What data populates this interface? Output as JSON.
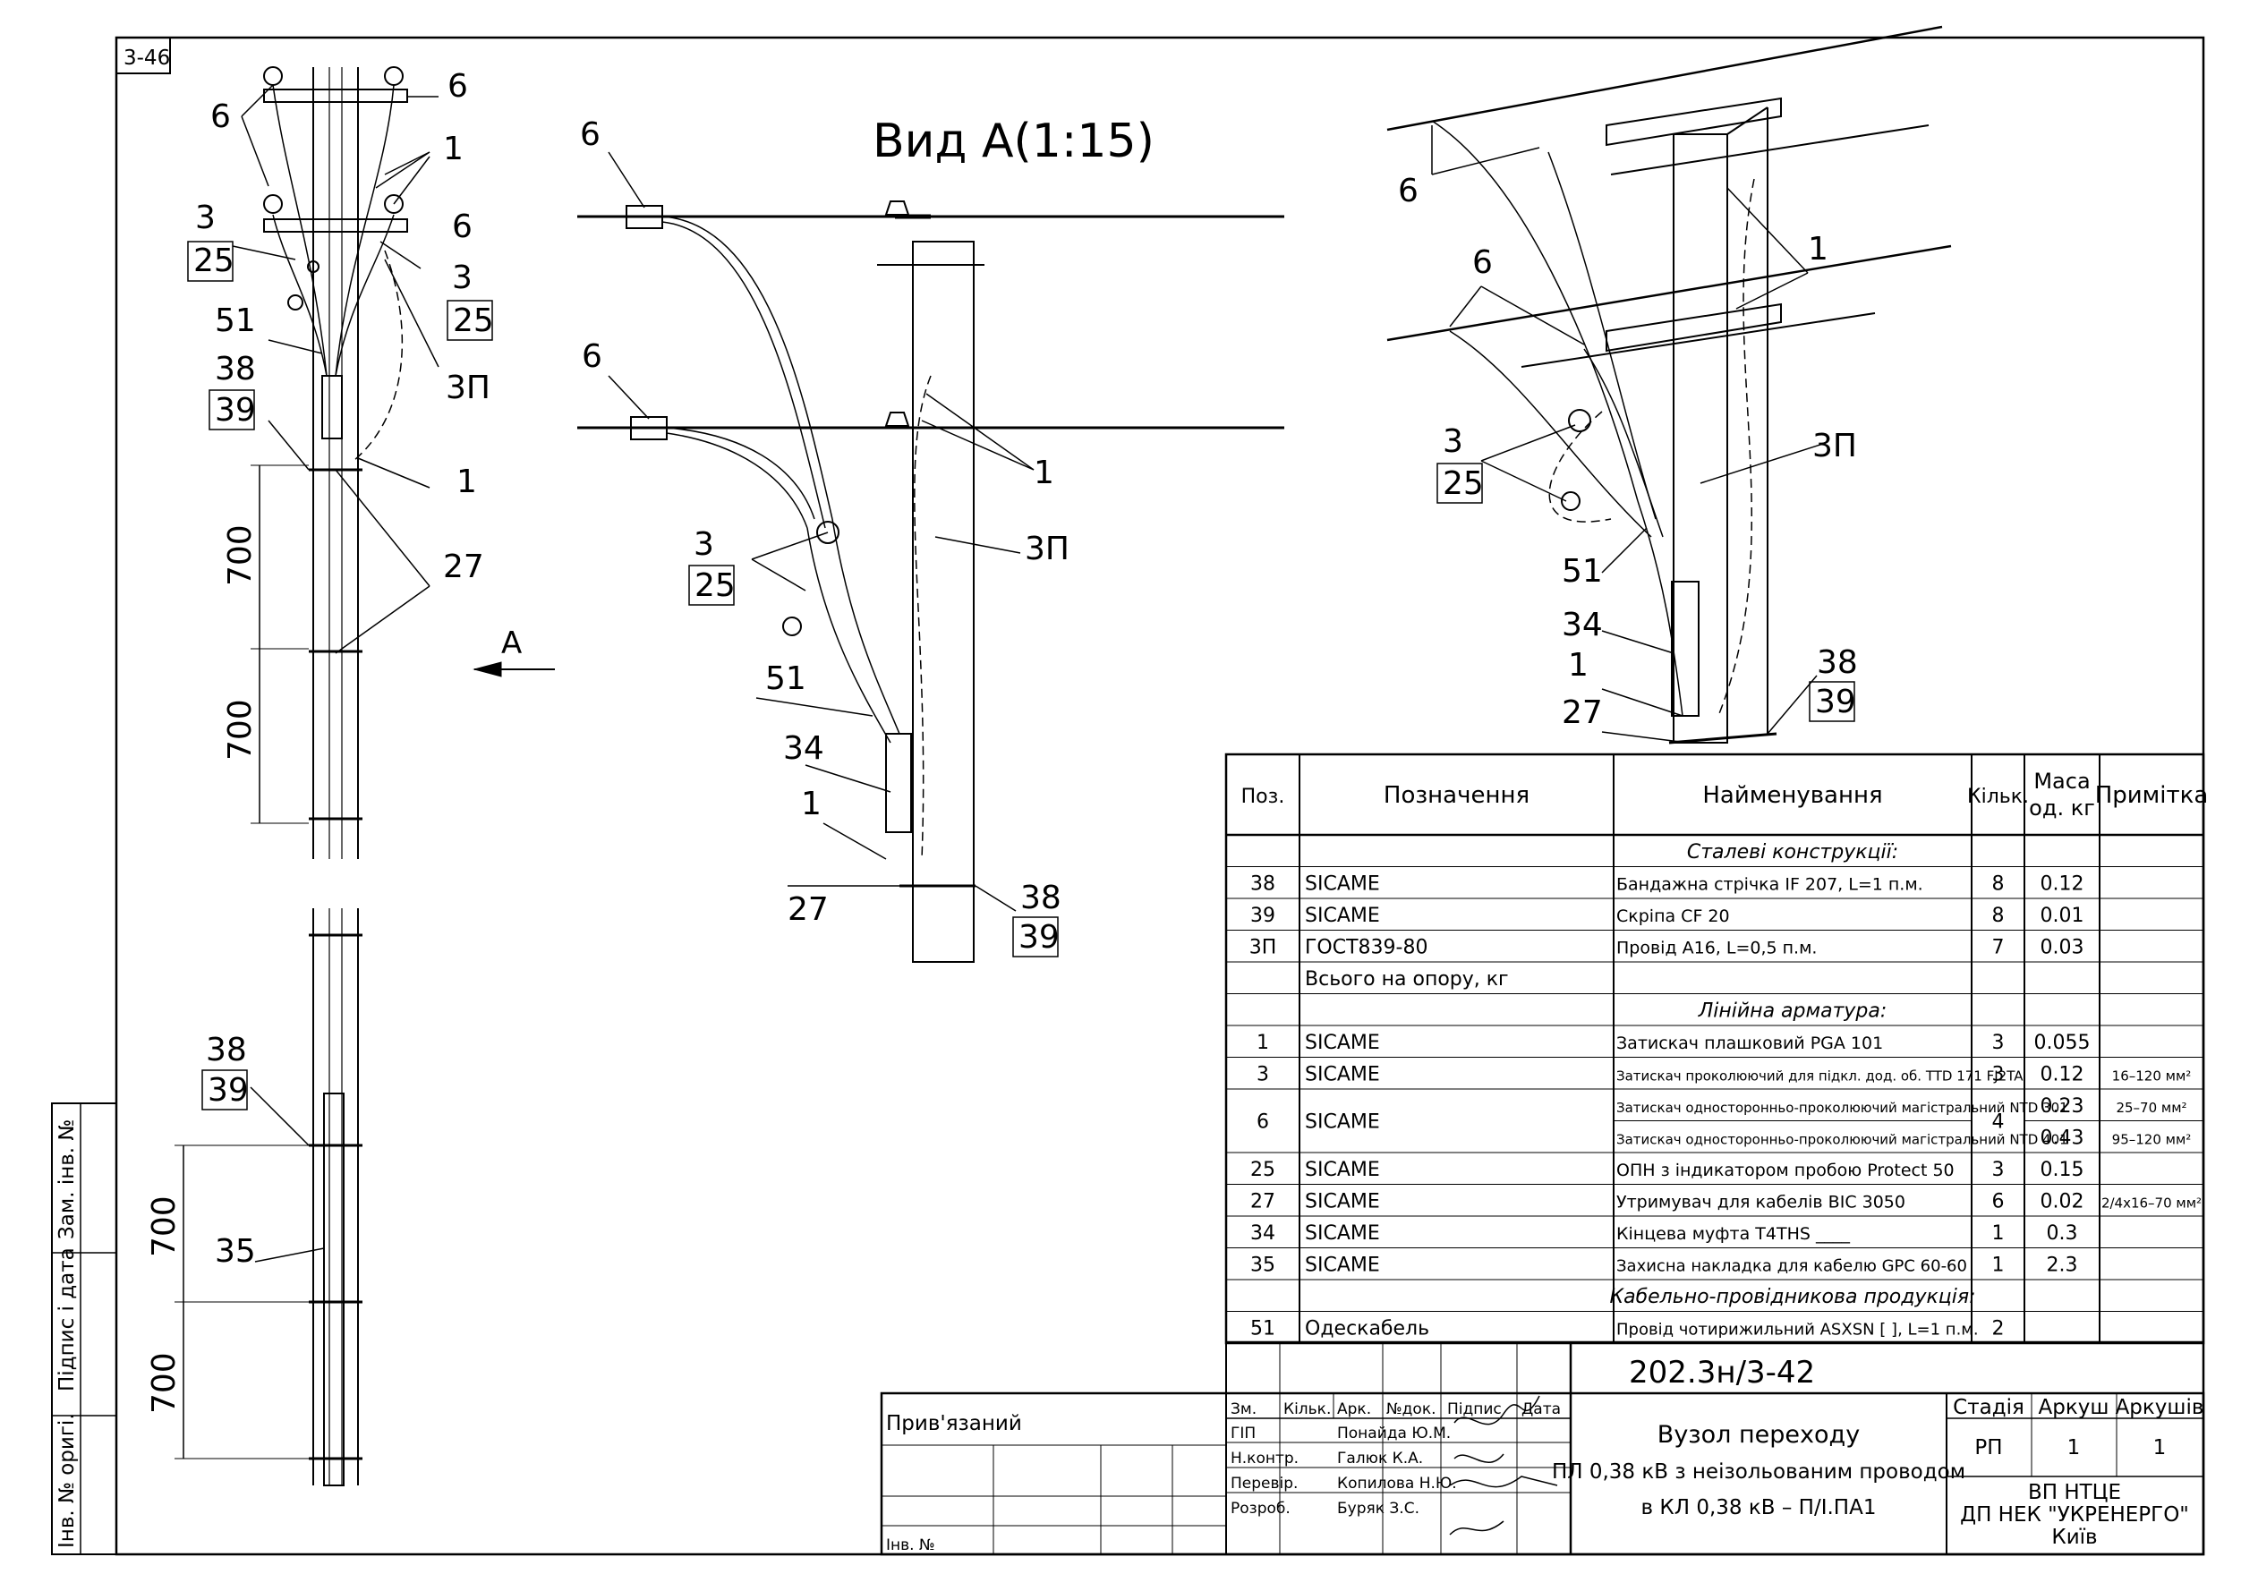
{
  "sheet": {
    "id": "3-46",
    "view_title": "Вид А(1:15)",
    "view_arrow": "А"
  },
  "dims": [
    "700",
    "700",
    "700",
    "700"
  ],
  "callouts": {
    "left": {
      "c6a": "6",
      "c6b": "6",
      "c6c": "6",
      "c1a": "1",
      "c3a": "3",
      "c25a": "25",
      "c3b": "3",
      "c25b": "25",
      "c51": "51",
      "c38": "38",
      "c39": "39",
      "c3p": "3П",
      "c1b": "1",
      "c27": "27"
    },
    "lower": {
      "c38": "38",
      "c39": "39",
      "c35": "35"
    },
    "middle": {
      "c6a": "6",
      "c6b": "6",
      "c1": "1",
      "c3p": "3П",
      "c3": "3",
      "c25": "25",
      "c51": "51",
      "c34": "34",
      "c1b": "1",
      "c27": "27",
      "c38": "38",
      "c39": "39"
    },
    "right": {
      "c6a": "6",
      "c6b": "6",
      "c1": "1",
      "c3": "3",
      "c25": "25",
      "c3p": "3П",
      "c51": "51",
      "c34": "34",
      "c1b": "1",
      "c27": "27",
      "c38": "38",
      "c39": "39"
    }
  },
  "spec": {
    "headers": {
      "pos": "Поз.",
      "designation": "Позначення",
      "name": "Найменування",
      "qty": "Кільк.",
      "mass1": "Маса",
      "mass2": "од. кг",
      "note": "Примітка"
    },
    "rows": [
      {
        "section": "Сталеві конструкції:"
      },
      {
        "pos": "38",
        "des": "SICAME",
        "name": "Бандажна стрічка IF 207, L=1 п.м.",
        "qty": "8",
        "mass": "0.12",
        "note": ""
      },
      {
        "pos": "39",
        "des": "SICAME",
        "name": "Скріпа CF 20",
        "qty": "8",
        "mass": "0.01",
        "note": ""
      },
      {
        "pos": "3П",
        "des": "ГОСТ839-80",
        "name": "Провід А16, L=0,5 п.м.",
        "qty": "7",
        "mass": "0.03",
        "note": ""
      },
      {
        "pos": "",
        "des": "Всього на опору, кг",
        "name": "",
        "qty": "",
        "mass": "",
        "note": ""
      },
      {
        "section": "Лінійна арматура:"
      },
      {
        "pos": "1",
        "des": "SICAME",
        "name": "Затискач плашковий PGA 101",
        "qty": "3",
        "mass": "0.055",
        "note": ""
      },
      {
        "pos": "3",
        "des": "SICAME",
        "name": "Затискач проколюючий для підкл. дод. об. TTD 171 FJ2TA",
        "qty": "3",
        "mass": "0.12",
        "note": "16–120 мм²"
      },
      {
        "pos": "6",
        "des": "SICAME",
        "name": "Затискач односторонньо-проколюючий магістральний NTD 301",
        "qty": "4",
        "mass": "0.23",
        "note": "25–70 мм²",
        "merge": true
      },
      {
        "pos": "",
        "des": "",
        "name": "Затискач односторонньо-проколюючий магістральний NTD 401",
        "qty": "",
        "mass": "0.43",
        "note": "95–120 мм²",
        "cont": true
      },
      {
        "pos": "25",
        "des": "SICAME",
        "name": "ОПН з індикатором пробою Protect 50",
        "qty": "3",
        "mass": "0.15",
        "note": ""
      },
      {
        "pos": "27",
        "des": "SICAME",
        "name": "Утримувач для кабелів BIC 3050",
        "qty": "6",
        "mass": "0.02",
        "note": "2/4x16–70 мм²"
      },
      {
        "pos": "34",
        "des": "SICAME",
        "name": "Кінцева муфта T4THS ____",
        "qty": "1",
        "mass": "0.3",
        "note": ""
      },
      {
        "pos": "35",
        "des": "SICAME",
        "name": "Захисна накладка для кабелю GPC 60-60",
        "qty": "1",
        "mass": "2.3",
        "note": ""
      },
      {
        "section": "Кабельно-провідникова продукція:"
      },
      {
        "pos": "51",
        "des": "Одескабель",
        "name": "Провід чотирижильний ASXSN [    ], L=1 п.м.",
        "qty": "2",
        "mass": "",
        "note": ""
      }
    ]
  },
  "titleblock": {
    "code": "202.3н/3-42",
    "attached": "Прив'язаний",
    "inv": "Інв. №",
    "cols": [
      "Зм.",
      "Кільк.",
      "Арк.",
      "№док.",
      "Підпис",
      "Дата"
    ],
    "people": [
      {
        "role": "ГІП",
        "name": "Понайда Ю.М."
      },
      {
        "role": "Н.контр.",
        "name": "Галюк К.А."
      },
      {
        "role": "Перевір.",
        "name": "Копилова Н.Ю."
      },
      {
        "role": "Розроб.",
        "name": "Буряк З.С."
      }
    ],
    "title_lines": [
      "Вузол переходу",
      "ПЛ 0,38 кВ з неізольованим проводом",
      "в КЛ 0,38 кВ – П/І.ПА1"
    ],
    "stage_label": "Стадія",
    "sheet_label": "Аркуш",
    "sheets_label": "Аркушів",
    "stage": "РП",
    "sheet": "1",
    "sheets": "1",
    "org": [
      "ВП НТЦЕ",
      "ДП НЕК \"УКРЕНЕРГО\"",
      "Київ"
    ]
  },
  "side_stamp": [
    "Інв. № оригі.",
    "Підпис і дата",
    "Зам. інв. №"
  ]
}
